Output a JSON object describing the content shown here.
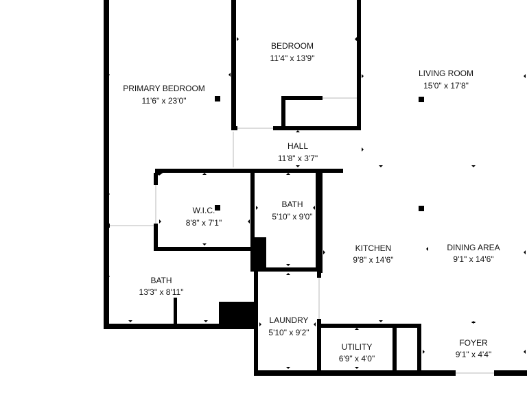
{
  "colors": {
    "wall": "#000000",
    "background": "#ffffff",
    "text": "#111111"
  },
  "rooms": {
    "primary_bedroom": {
      "name": "PRIMARY BEDROOM",
      "dims": "11'6\" x 23'0\""
    },
    "bedroom": {
      "name": "BEDROOM",
      "dims": "11'4\" x 13'9\""
    },
    "living_room": {
      "name": "LIVING ROOM",
      "dims": "15'0\" x 17'8\""
    },
    "hall": {
      "name": "HALL",
      "dims": "11'8\" x 3'7\""
    },
    "wic": {
      "name": "W.I.C.",
      "dims": "8'8\" x 7'1\""
    },
    "bath_center": {
      "name": "BATH",
      "dims": "5'10\" x 9'0\""
    },
    "kitchen": {
      "name": "KITCHEN",
      "dims": "9'8\" x 14'6\""
    },
    "dining_area": {
      "name": "DINING AREA",
      "dims": "9'1\" x 14'6\""
    },
    "bath_left": {
      "name": "BATH",
      "dims": "13'3\" x 8'11\""
    },
    "laundry": {
      "name": "LAUNDRY",
      "dims": "5'10\" x 9'2\""
    },
    "utility": {
      "name": "UTILITY",
      "dims": "6'9\" x 4'0\""
    },
    "foyer": {
      "name": "FOYER",
      "dims": "9'1\" x 4'4\""
    }
  }
}
